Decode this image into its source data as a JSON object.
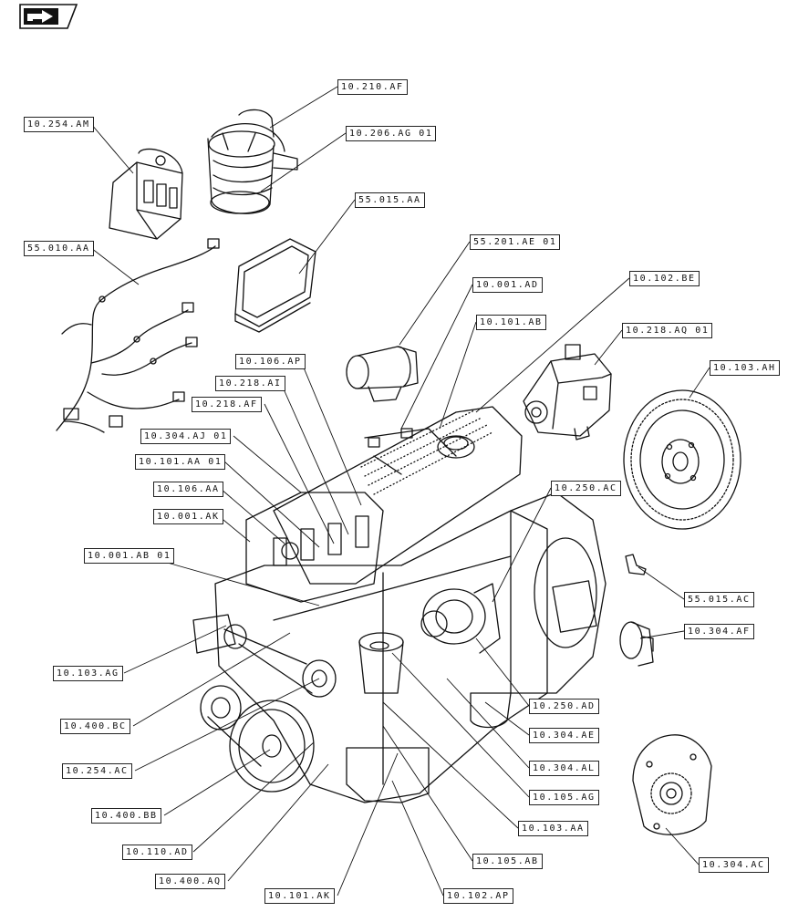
{
  "nav": {
    "icon": "page-arrow-icon"
  },
  "callouts": [
    {
      "id": "c_10_210_AF",
      "text": "10.210.AF"
    },
    {
      "id": "c_10_206_AG_01",
      "text": "10.206.AG 01"
    },
    {
      "id": "c_10_254_AM",
      "text": "10.254.AM"
    },
    {
      "id": "c_55_015_AA",
      "text": "55.015.AA"
    },
    {
      "id": "c_55_010_AA",
      "text": "55.010.AA"
    },
    {
      "id": "c_55_201_AE_01",
      "text": "55.201.AE 01"
    },
    {
      "id": "c_10_001_AD",
      "text": "10.001.AD"
    },
    {
      "id": "c_10_102_BE",
      "text": "10.102.BE"
    },
    {
      "id": "c_10_101_AB",
      "text": "10.101.AB"
    },
    {
      "id": "c_10_218_AQ_01",
      "text": "10.218.AQ 01"
    },
    {
      "id": "c_10_106_AP",
      "text": "10.106.AP"
    },
    {
      "id": "c_10_103_AH",
      "text": "10.103.AH"
    },
    {
      "id": "c_10_218_AI",
      "text": "10.218.AI"
    },
    {
      "id": "c_10_218_AF",
      "text": "10.218.AF"
    },
    {
      "id": "c_10_304_AJ_01",
      "text": "10.304.AJ 01"
    },
    {
      "id": "c_10_101_AA_01",
      "text": "10.101.AA 01"
    },
    {
      "id": "c_10_250_AC",
      "text": "10.250.AC"
    },
    {
      "id": "c_10_106_AA",
      "text": "10.106.AA"
    },
    {
      "id": "c_10_001_AK",
      "text": "10.001.AK"
    },
    {
      "id": "c_10_001_AB_01",
      "text": "10.001.AB 01"
    },
    {
      "id": "c_55_015_AC",
      "text": "55.015.AC"
    },
    {
      "id": "c_10_304_AF",
      "text": "10.304.AF"
    },
    {
      "id": "c_10_103_AG",
      "text": "10.103.AG"
    },
    {
      "id": "c_10_250_AD",
      "text": "10.250.AD"
    },
    {
      "id": "c_10_400_BC",
      "text": "10.400.BC"
    },
    {
      "id": "c_10_304_AE",
      "text": "10.304.AE"
    },
    {
      "id": "c_10_304_AL",
      "text": "10.304.AL"
    },
    {
      "id": "c_10_254_AC",
      "text": "10.254.AC"
    },
    {
      "id": "c_10_105_AG",
      "text": "10.105.AG"
    },
    {
      "id": "c_10_400_BB",
      "text": "10.400.BB"
    },
    {
      "id": "c_10_103_AA",
      "text": "10.103.AA"
    },
    {
      "id": "c_10_110_AD",
      "text": "10.110.AD"
    },
    {
      "id": "c_10_105_AB",
      "text": "10.105.AB"
    },
    {
      "id": "c_10_304_AC",
      "text": "10.304.AC"
    },
    {
      "id": "c_10_400_AQ",
      "text": "10.400.AQ"
    },
    {
      "id": "c_10_101_AK",
      "text": "10.101.AK"
    },
    {
      "id": "c_10_102_AP",
      "text": "10.102.AP"
    }
  ]
}
